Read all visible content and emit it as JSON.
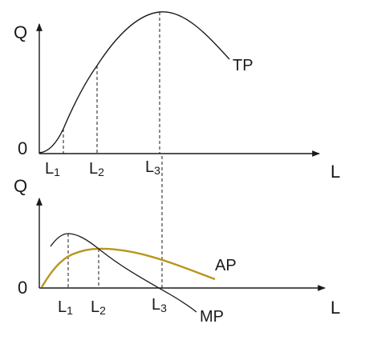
{
  "top_panel": {
    "y_axis_label": "Q",
    "x_axis_label": "L",
    "origin_label": "0",
    "curve_label": "TP",
    "ticks": [
      {
        "base": "L",
        "sub": "1"
      },
      {
        "base": "L",
        "sub": "2"
      },
      {
        "base": "L",
        "sub": "3"
      }
    ]
  },
  "bottom_panel": {
    "y_axis_label": "Q",
    "x_axis_label": "L",
    "origin_label": "0",
    "curve_labels": {
      "ap": "AP",
      "mp": "MP"
    },
    "ticks": [
      {
        "base": "L",
        "sub": "1"
      },
      {
        "base": "L",
        "sub": "2"
      },
      {
        "base": "L",
        "sub": "3"
      }
    ]
  },
  "colors": {
    "axis": "#1a1a1a",
    "tp": "#1a1a1a",
    "mp": "#1a1a1a",
    "ap": "#b8961e"
  }
}
